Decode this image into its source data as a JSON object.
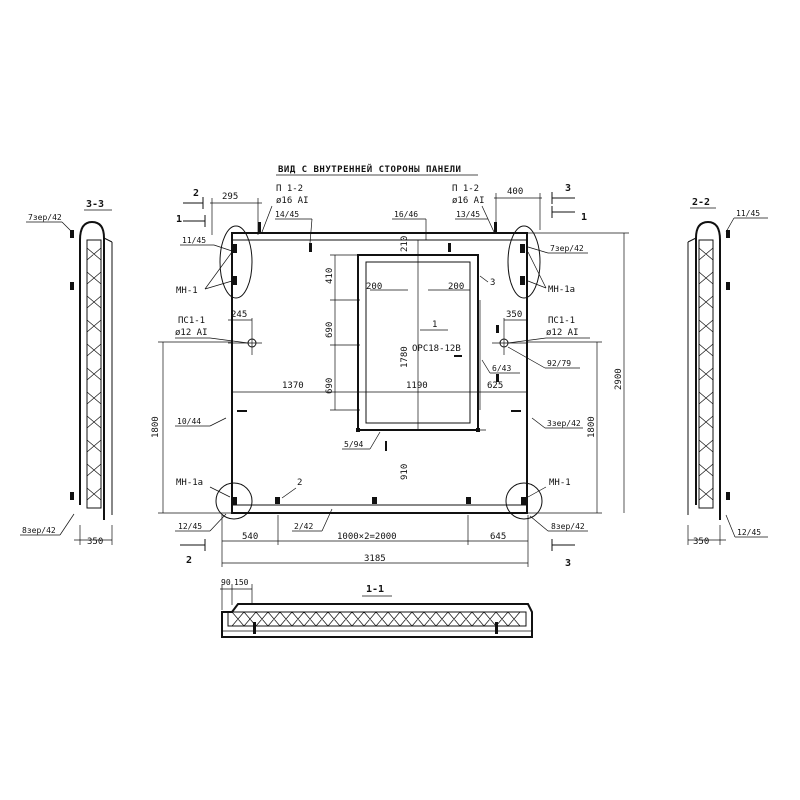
{
  "title": "ВИД С ВНУТРЕННЕЙ СТОРОНЫ ПАНЕЛИ",
  "sections": {
    "s33": "3-3",
    "s22": "2-2",
    "s11": "1-1"
  },
  "cuts": {
    "c2": "2",
    "c3": "3",
    "c1": "1"
  },
  "labels": {
    "p12": "П 1-2",
    "d16": "ø16 AI",
    "d12": "ø12 AI",
    "ps11": "ПС1-1",
    "mn1": "МН-1",
    "mn1a": "МН-1а",
    "zer7": "7зер/42",
    "zer8": "8зер/42",
    "zer3": "3зер/42",
    "l1145": "11/45",
    "l1445": "14/45",
    "l1646": "16/46",
    "l1345": "13/45",
    "l1245": "12/45",
    "l1044": "10/44",
    "l594": "5/94",
    "l242": "2/42",
    "l643": "6/43",
    "l9279": "92/79",
    "orc": "ОРС18-12В",
    "one": "1",
    "two": "2",
    "three": "3"
  },
  "dims": {
    "d295": "295",
    "d400": "400",
    "d245": "245",
    "d350": "350",
    "d1370": "1370",
    "d1190": "1190",
    "d625": "625",
    "d540": "540",
    "d1000x2": "1000×2=2000",
    "d645": "645",
    "d3185": "3185",
    "d2900": "2900",
    "d1800": "1800",
    "d210": "210",
    "d410": "410",
    "d690": "690",
    "d1780": "1780",
    "d200": "200",
    "d910": "910",
    "d90": "90",
    "d150": "150"
  }
}
